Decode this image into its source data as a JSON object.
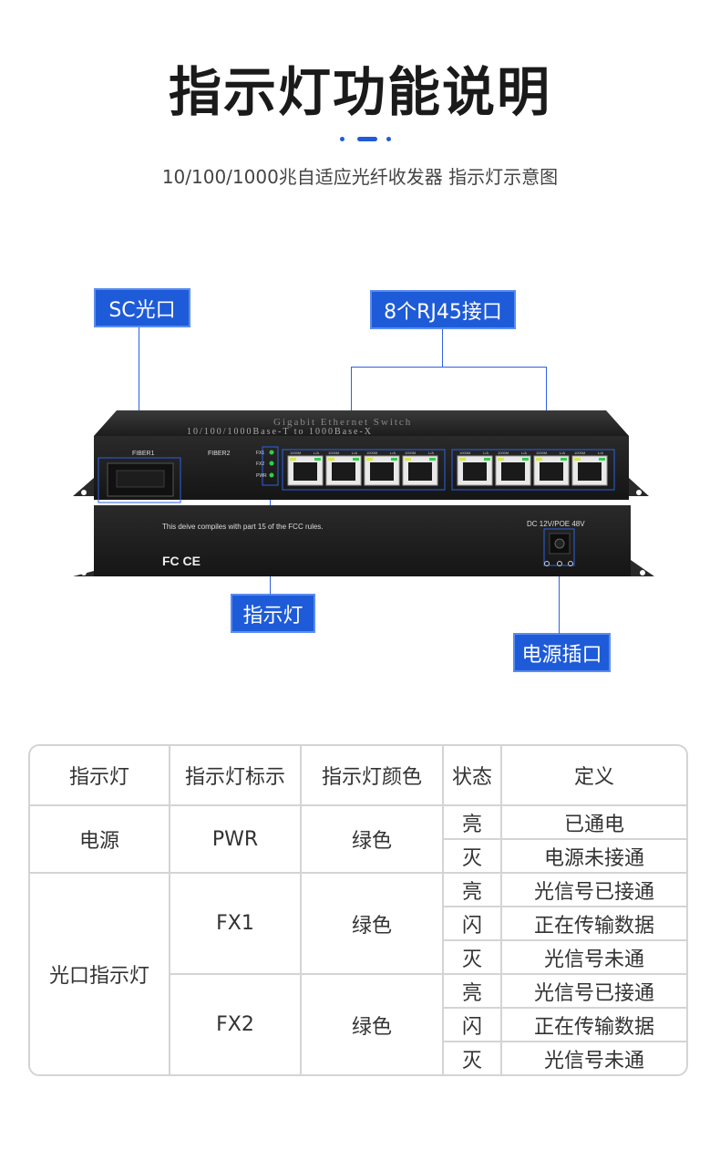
{
  "header": {
    "title": "指示灯功能说明",
    "subtitle": "10/100/1000兆自适应光纤收发器 指示灯示意图"
  },
  "callouts": {
    "sc_port": "SC光口",
    "rj45": "8个RJ45接口",
    "indicator": "指示灯",
    "power_jack": "电源插口"
  },
  "device": {
    "top_text": "Gigabit Ethernet Switch",
    "model_text": "10/100/1000Base-T to 1000Base-X",
    "fiber1": "FIBER1",
    "fiber2": "FIBER2",
    "led_fx1": "FX1",
    "led_fx2": "FX2",
    "led_pwr": "PWR",
    "port_label_speed": "1000M",
    "port_label_link": "L/A",
    "fcc_text": "This deive compiles with part 15 of the FCC rules.",
    "fcc_mark": "FC CE",
    "power_text": "DC 12V/POE 48V"
  },
  "colors": {
    "accent": "#1e5bd8",
    "led_green": "#2fd04a",
    "led_yellow": "#d9e84a"
  },
  "table": {
    "headers": [
      "指示灯",
      "指示灯标示",
      "指示灯颜色",
      "状态",
      "定义"
    ],
    "groups": [
      {
        "light": "电源",
        "rows": [
          {
            "mark": "PWR",
            "color": "绿色",
            "states": [
              {
                "state": "亮",
                "meaning": "已通电"
              },
              {
                "state": "灭",
                "meaning": "电源未接通"
              }
            ]
          }
        ]
      },
      {
        "light": "光口指示灯",
        "rows": [
          {
            "mark": "FX1",
            "color": "绿色",
            "states": [
              {
                "state": "亮",
                "meaning": "光信号已接通"
              },
              {
                "state": "闪",
                "meaning": "正在传输数据"
              },
              {
                "state": "灭",
                "meaning": "光信号未通"
              }
            ]
          },
          {
            "mark": "FX2",
            "color": "绿色",
            "states": [
              {
                "state": "亮",
                "meaning": "光信号已接通"
              },
              {
                "state": "闪",
                "meaning": "正在传输数据"
              },
              {
                "state": "灭",
                "meaning": "光信号未通"
              }
            ]
          }
        ]
      }
    ]
  }
}
